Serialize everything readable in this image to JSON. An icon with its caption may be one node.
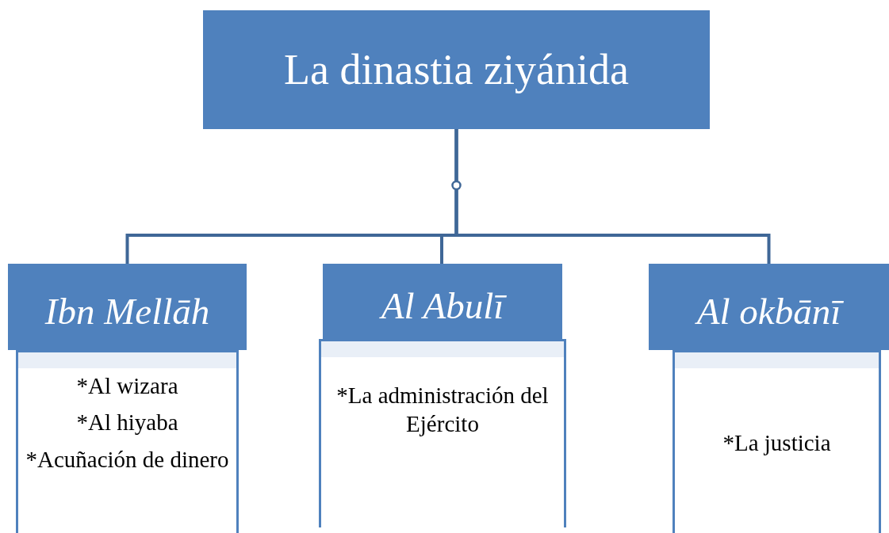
{
  "diagram": {
    "nodes": [
      {
        "text": [
          "La dinastia ziyánida"
        ]
      },
      {
        "text": [
          "Ibn Mellāh"
        ]
      },
      {
        "text": [
          "*Al wizara",
          "*Al hiyaba",
          "*Acuñación de dinero"
        ]
      },
      {
        "text": [
          "Al Abulī"
        ]
      },
      {
        "text": [
          "*La administración del Ejército"
        ]
      },
      {
        "text": [
          "Al okbānī"
        ]
      },
      {
        "text": [
          "*La justicia"
        ]
      }
    ],
    "edges": [
      {
        "from": 0,
        "to": 1,
        "arrow": "none"
      },
      {
        "from": 0,
        "to": 3,
        "arrow": "none"
      },
      {
        "from": 0,
        "to": 5,
        "arrow": "none"
      }
    ]
  }
}
